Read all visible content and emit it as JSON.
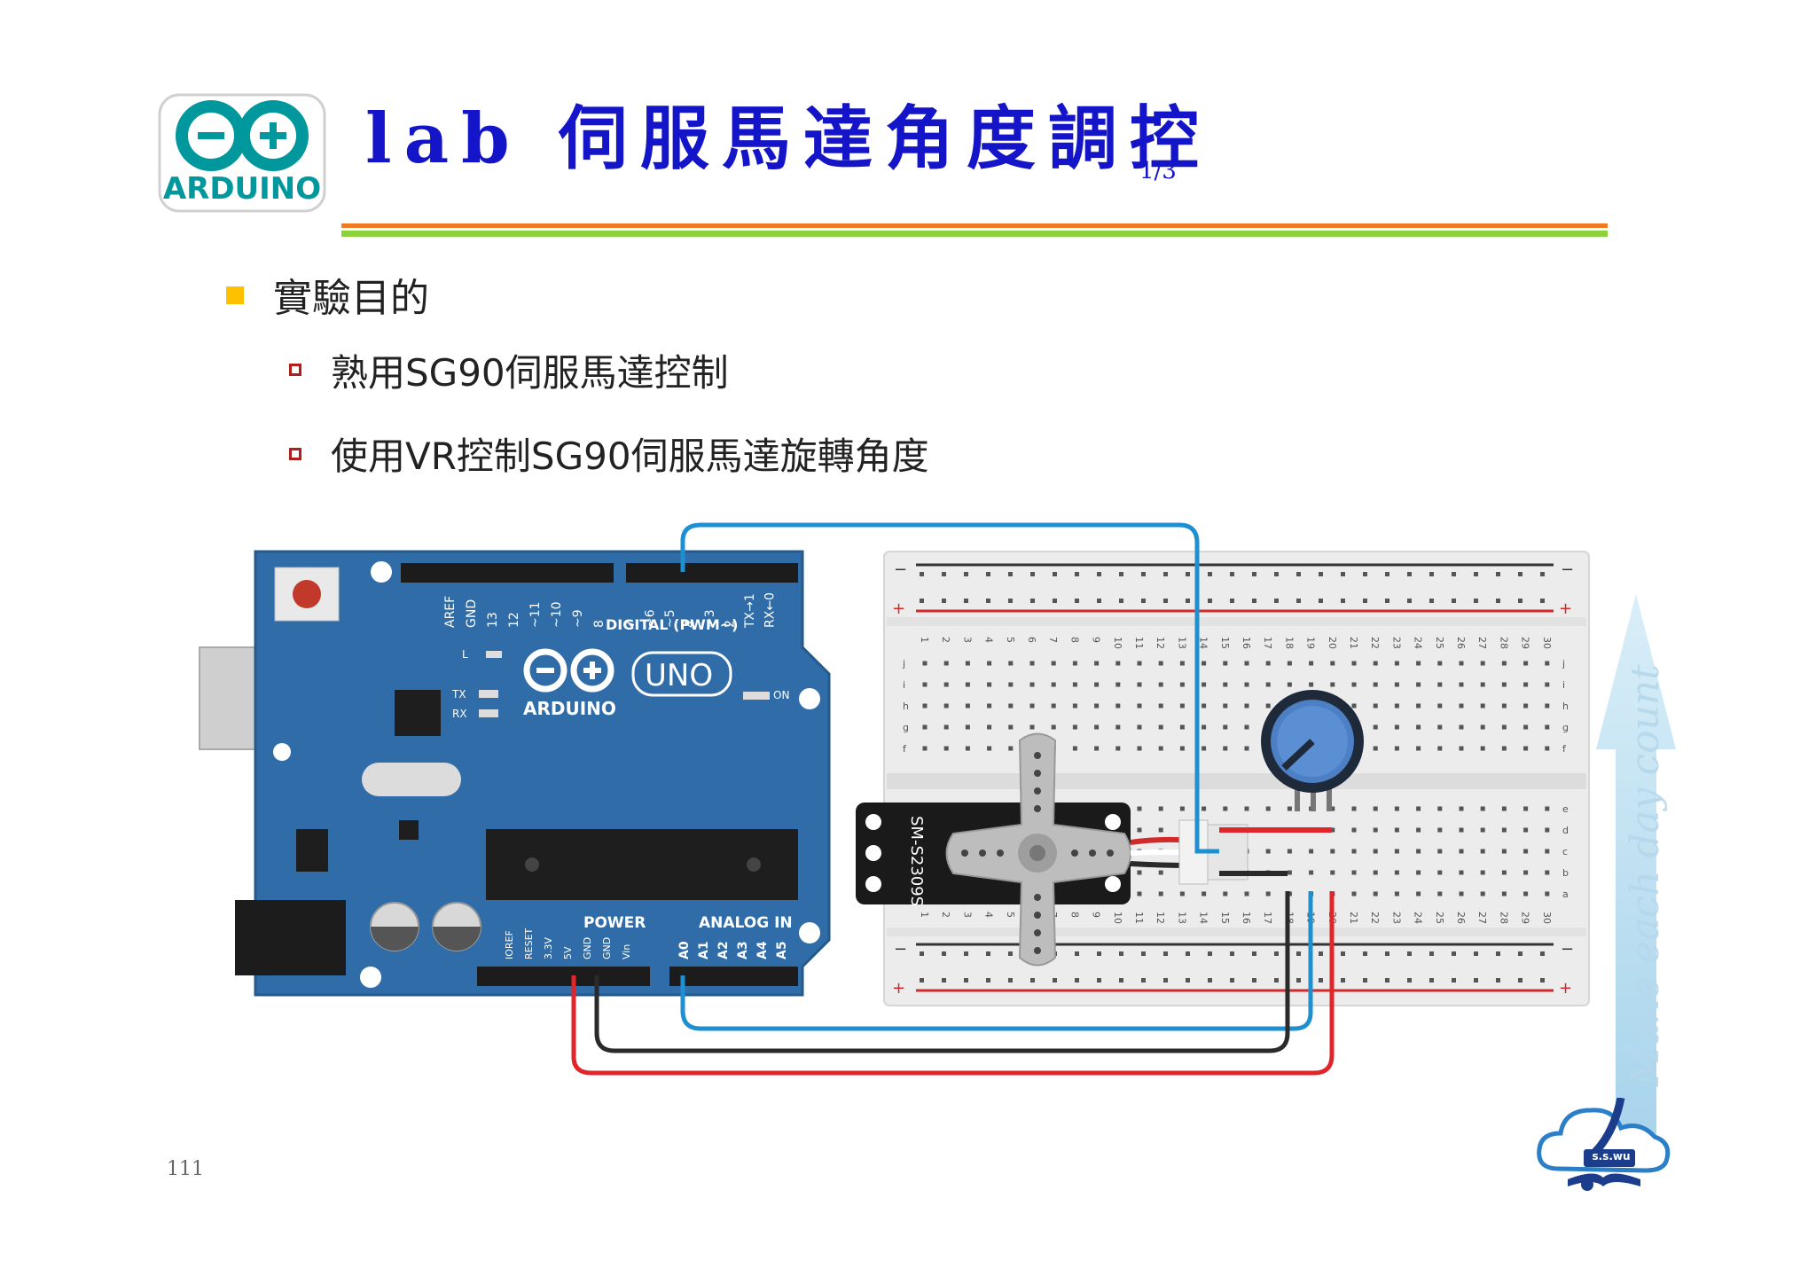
{
  "header": {
    "logo_text": "ARDUINO",
    "title": "lab 伺服馬達角度調控",
    "page_fraction": "1/3"
  },
  "bullets": [
    {
      "text": "實驗目的",
      "children": [
        "熟用SG90伺服馬達控制",
        "使用VR控制SG90伺服馬達旋轉角度"
      ]
    }
  ],
  "circuit": {
    "board": {
      "brand": "ARDUINO",
      "model": "UNO",
      "digital_label": "DIGITAL (PWM~)",
      "power_label": "POWER",
      "analog_label": "ANALOG IN",
      "on_label": "ON",
      "l_label": "L",
      "tx_label": "TX",
      "rx_label": "RX",
      "digital_pins": [
        "AREF",
        "GND",
        "13",
        "12",
        "~11",
        "~10",
        "~9",
        "8",
        "7",
        "~6",
        "~5",
        "4",
        "~3",
        "2",
        "TX→1",
        "RX←0"
      ],
      "power_pins": [
        "IOREF",
        "RESET",
        "3.3V",
        "5V",
        "GND",
        "GND",
        "Vin"
      ],
      "analog_pins": [
        "A0",
        "A1",
        "A2",
        "A3",
        "A4",
        "A5"
      ]
    },
    "servo_label": "SM-S2309S",
    "breadboard": {
      "columns": [
        "1",
        "2",
        "3",
        "4",
        "5",
        "6",
        "7",
        "8",
        "9",
        "10",
        "11",
        "12",
        "13",
        "14",
        "15",
        "16",
        "17",
        "18",
        "19",
        "20",
        "21",
        "22",
        "23",
        "24",
        "25",
        "26",
        "27",
        "28",
        "29",
        "30"
      ],
      "rows_top": [
        "j",
        "i",
        "h",
        "g",
        "f"
      ],
      "rows_bottom": [
        "e",
        "d",
        "c",
        "b",
        "a"
      ],
      "minus": "−",
      "plus": "+"
    },
    "wire_colors": {
      "signal": "#1e90d2",
      "power": "#e0262a",
      "ground": "#2a2a2a"
    }
  },
  "footer": {
    "page_number": "111",
    "motto": "Make each day count",
    "badge_text": "s.s.wu"
  },
  "colors": {
    "title": "#1414c8",
    "bullet_l1": "#ffc000",
    "bullet_l2": "#b01e1e",
    "arduino_teal": "#00979d",
    "board_blue": "#2f6ca8"
  }
}
